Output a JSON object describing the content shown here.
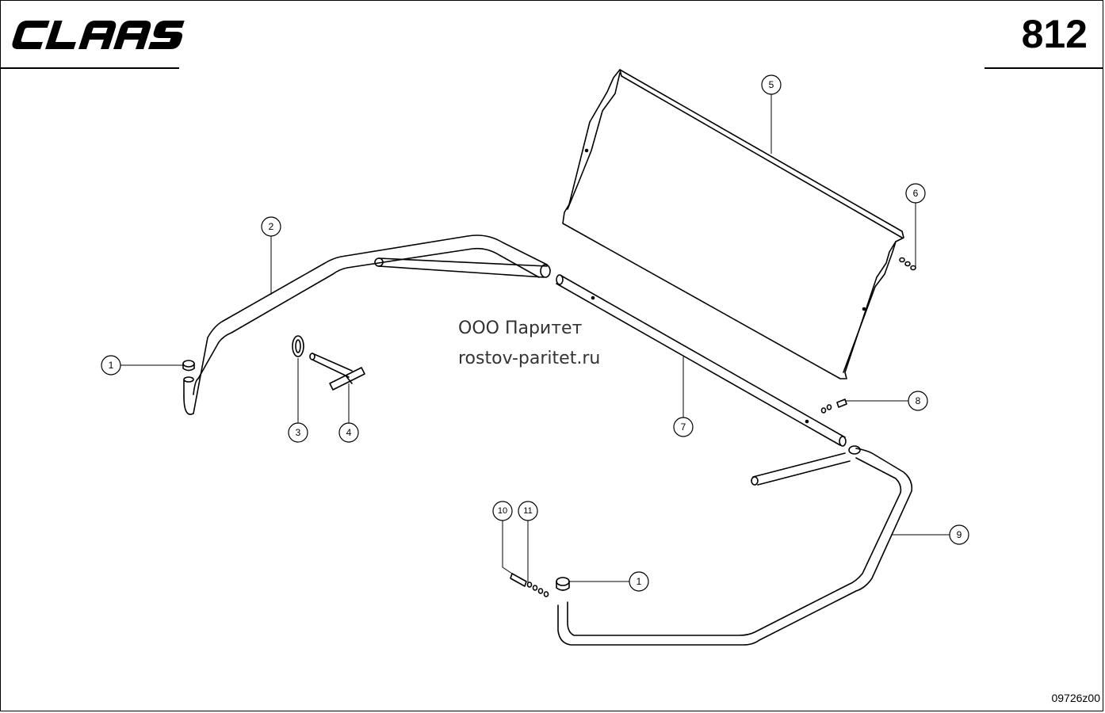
{
  "header": {
    "brand": "CLAAS",
    "page_number": "812"
  },
  "watermark": {
    "line1": "ООО Паритет",
    "line2": "rostov-paritet.ru"
  },
  "footer": {
    "drawing_code": "09726z00"
  },
  "callouts": [
    "1",
    "2",
    "3",
    "4",
    "5",
    "6",
    "7",
    "8",
    "9",
    "10",
    "11",
    "1"
  ]
}
